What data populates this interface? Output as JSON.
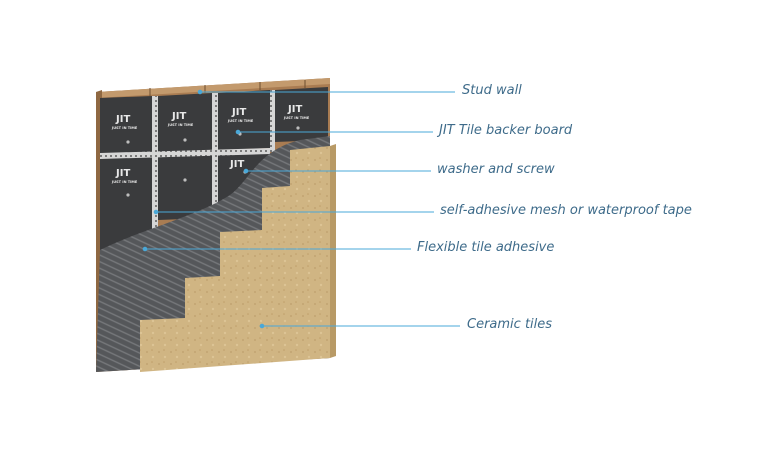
{
  "board_brand": {
    "logo_text": "JIT",
    "slogan": "JUST IN TIME"
  },
  "colors": {
    "stud": "#b9895e",
    "board": "#3a3b3d",
    "mesh": "#cfcfcf",
    "adhesive": "#5a5b5d",
    "tile": "#cfb37f",
    "leader_line": "#4aa8d8",
    "label_text": "#3e6b8a"
  },
  "callouts": [
    {
      "id": "stud-wall",
      "text": "Stud  wall"
    },
    {
      "id": "tile-backer-board",
      "text": "JIT  Tile backer board"
    },
    {
      "id": "washer-screw",
      "text": "washer and screw"
    },
    {
      "id": "mesh-tape",
      "text": "self-adhesive mesh or waterproof tape"
    },
    {
      "id": "tile-adhesive",
      "text": "Flexible tile adhesive"
    },
    {
      "id": "ceramic-tiles",
      "text": "Ceramic tiles"
    }
  ]
}
